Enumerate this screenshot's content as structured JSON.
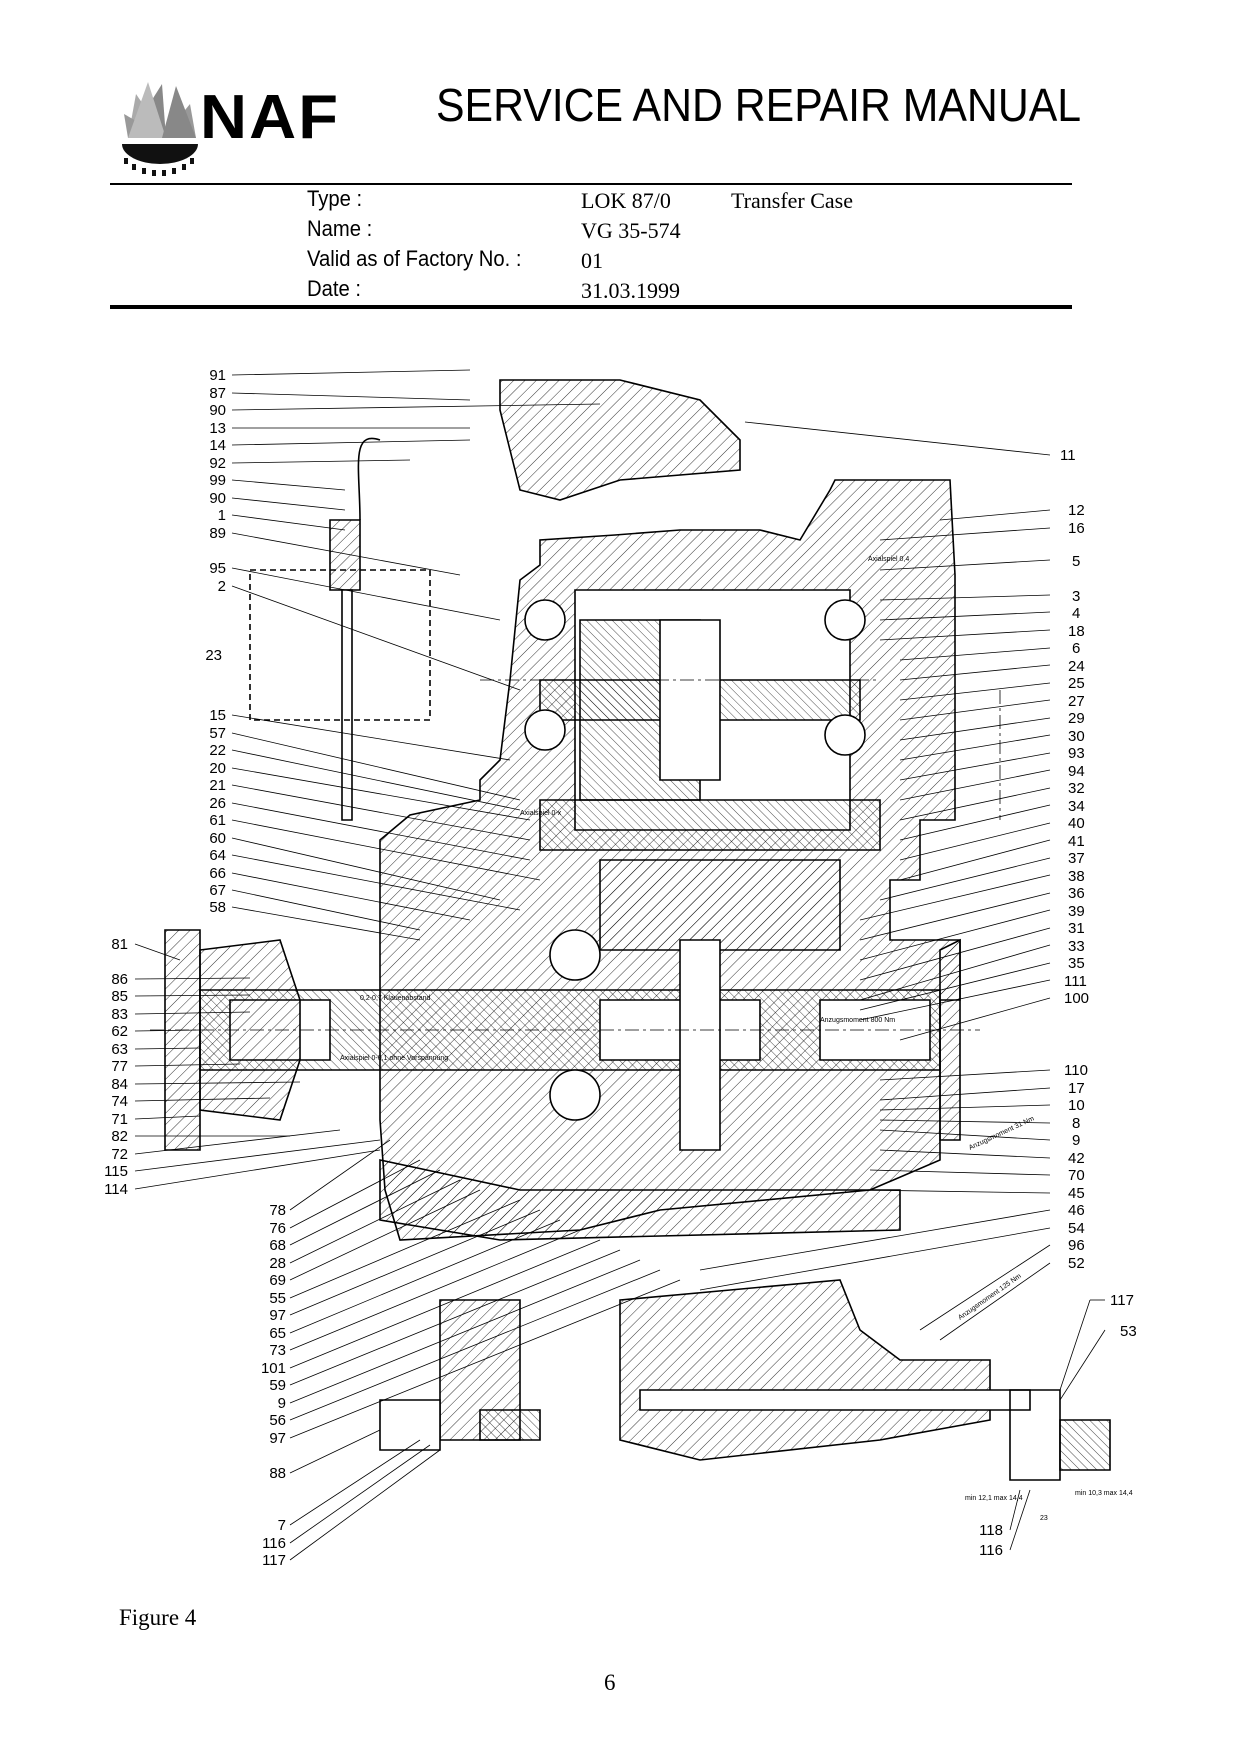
{
  "header": {
    "logo_text": "NAF",
    "title": "SERVICE AND REPAIR MANUAL"
  },
  "meta": {
    "type_label": "Type :",
    "type_value": "LOK 87/0",
    "type_extra": "Transfer Case",
    "name_label": "Name :",
    "name_value": "VG 35-574",
    "factory_label": "Valid as of Factory No. :",
    "factory_value": "01",
    "date_label": "Date :",
    "date_value": "31.03.1999"
  },
  "callouts": {
    "left": [
      "91",
      "87",
      "90",
      "13",
      "14",
      "92",
      "99",
      "90",
      "1",
      "89",
      "95",
      "2",
      "23",
      "15",
      "57",
      "22",
      "20",
      "21",
      "26",
      "61",
      "60",
      "64",
      "66",
      "67",
      "58",
      "81",
      "86",
      "85",
      "83",
      "62",
      "63",
      "77",
      "84",
      "74",
      "71",
      "82",
      "72",
      "115",
      "114"
    ],
    "right": [
      "11",
      "12",
      "16",
      "5",
      "3",
      "4",
      "18",
      "6",
      "24",
      "25",
      "27",
      "29",
      "30",
      "93",
      "94",
      "32",
      "34",
      "40",
      "41",
      "37",
      "38",
      "36",
      "39",
      "31",
      "33",
      "35",
      "111",
      "100",
      "110",
      "17",
      "10",
      "8",
      "9",
      "42",
      "70",
      "45",
      "46",
      "54",
      "96",
      "52",
      "117",
      "53"
    ],
    "lower": [
      "78",
      "76",
      "68",
      "28",
      "69",
      "55",
      "97",
      "65",
      "73",
      "101",
      "59",
      "9",
      "56",
      "97",
      "88",
      "7",
      "116",
      "117",
      "118",
      "116"
    ]
  },
  "drawing_text": [
    "Axialspiel 0-x",
    "Axialspiel 0,4",
    "Anzugsmoment 800 Nm",
    "0,2-0,7 Klauenabstand",
    "Axialspiel 0-0,1 ohne Vorspannung",
    "Anzugsmoment 31 Nm",
    "Anzugsmoment 125 Nm",
    "min 12,1 max 14,4",
    "min 10,3 max 14,4",
    "23"
  ],
  "caption": "Figure 4",
  "page_number": "6"
}
